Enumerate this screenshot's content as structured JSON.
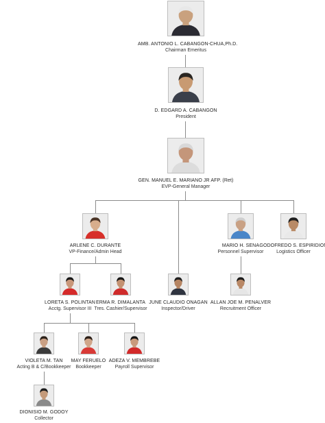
{
  "nodes": [
    {
      "id": "chairman",
      "name": "AMB. ANTONIO L. CABANGON-CHUA,Ph.D.",
      "title": "Chairman Emeritus",
      "shirt": "#2b2b33",
      "skin": "#c9a17e",
      "hair": "#e8e8e8"
    },
    {
      "id": "president",
      "name": "D. EDGARD A. CABANGON",
      "title": "President",
      "shirt": "#3a3f4a",
      "skin": "#c89a72",
      "hair": "#2a2622"
    },
    {
      "id": "evp",
      "name": "GEN. MANUEL E. MARIANO JR AFP. (Ret)",
      "title": "EVP-General Manager",
      "shirt": "#dcdcdc",
      "skin": "#c4967a",
      "hair": "#d8d8d8"
    },
    {
      "id": "durante",
      "name": "ARLENE C. DURANTE",
      "title": "VP-Finance/Admin Head",
      "shirt": "#d7302a",
      "skin": "#d7ad8c",
      "hair": "#4a3325"
    },
    {
      "id": "onagan",
      "name": "JUNE CLAUDIO ONAGAN",
      "title": "Inspector/Driver",
      "shirt": "#2f3440",
      "skin": "#b68563",
      "hair": "#1e1e1e"
    },
    {
      "id": "sena",
      "name": "MARIO H. SENA",
      "title": "Personnel Supervisor",
      "shirt": "#4a86c8",
      "skin": "#c9a184",
      "hair": "#cfcfcf"
    },
    {
      "id": "espiridion",
      "name": "GODOFREDO S. ESPIRIDION",
      "title": "Logistics Officer",
      "shirt": "#e9e9e9",
      "skin": "#b88a66",
      "hair": "#1d1d1d"
    },
    {
      "id": "polintan",
      "name": "LORETA S. POLINTAN",
      "title": "Acctg. Supervisor III",
      "shirt": "#d52a2a",
      "skin": "#c9977a",
      "hair": "#161616"
    },
    {
      "id": "dimalanta",
      "name": "ERMA R. DIMALANTA",
      "title": "Tres. Cashier/Supervisor",
      "shirt": "#cf2b2b",
      "skin": "#c49272",
      "hair": "#161616"
    },
    {
      "id": "penalver",
      "name": "ALLAN JOE M. PENALVER",
      "title": "Recruitment Officer",
      "shirt": "#e6e6e6",
      "skin": "#b98866",
      "hair": "#1b1b1b"
    },
    {
      "id": "tan",
      "name": "VIOLETA M. TAN",
      "title": "Acting B & C/Bookkeeper",
      "shirt": "#3b3b3b",
      "skin": "#caa084",
      "hair": "#2b2018"
    },
    {
      "id": "feruelo",
      "name": "MAY FERUELO",
      "title": "Bookkeeper",
      "shirt": "#d83a36",
      "skin": "#d0a68a",
      "hair": "#2a1d16"
    },
    {
      "id": "membrebe",
      "name": "ADEZA V. MEMBREBE",
      "title": "Payroll Supervisor",
      "shirt": "#d22a2a",
      "skin": "#c99a7c",
      "hair": "#151515"
    },
    {
      "id": "godoy",
      "name": "DIONISIO M. GODOY",
      "title": "Collector",
      "shirt": "#8a8a8a",
      "skin": "#c49a7a",
      "hair": "#1d1d1d"
    }
  ],
  "colors": {
    "connector": "#8a8a8a",
    "photo_border": "#bdbdbd",
    "text": "#222222"
  }
}
